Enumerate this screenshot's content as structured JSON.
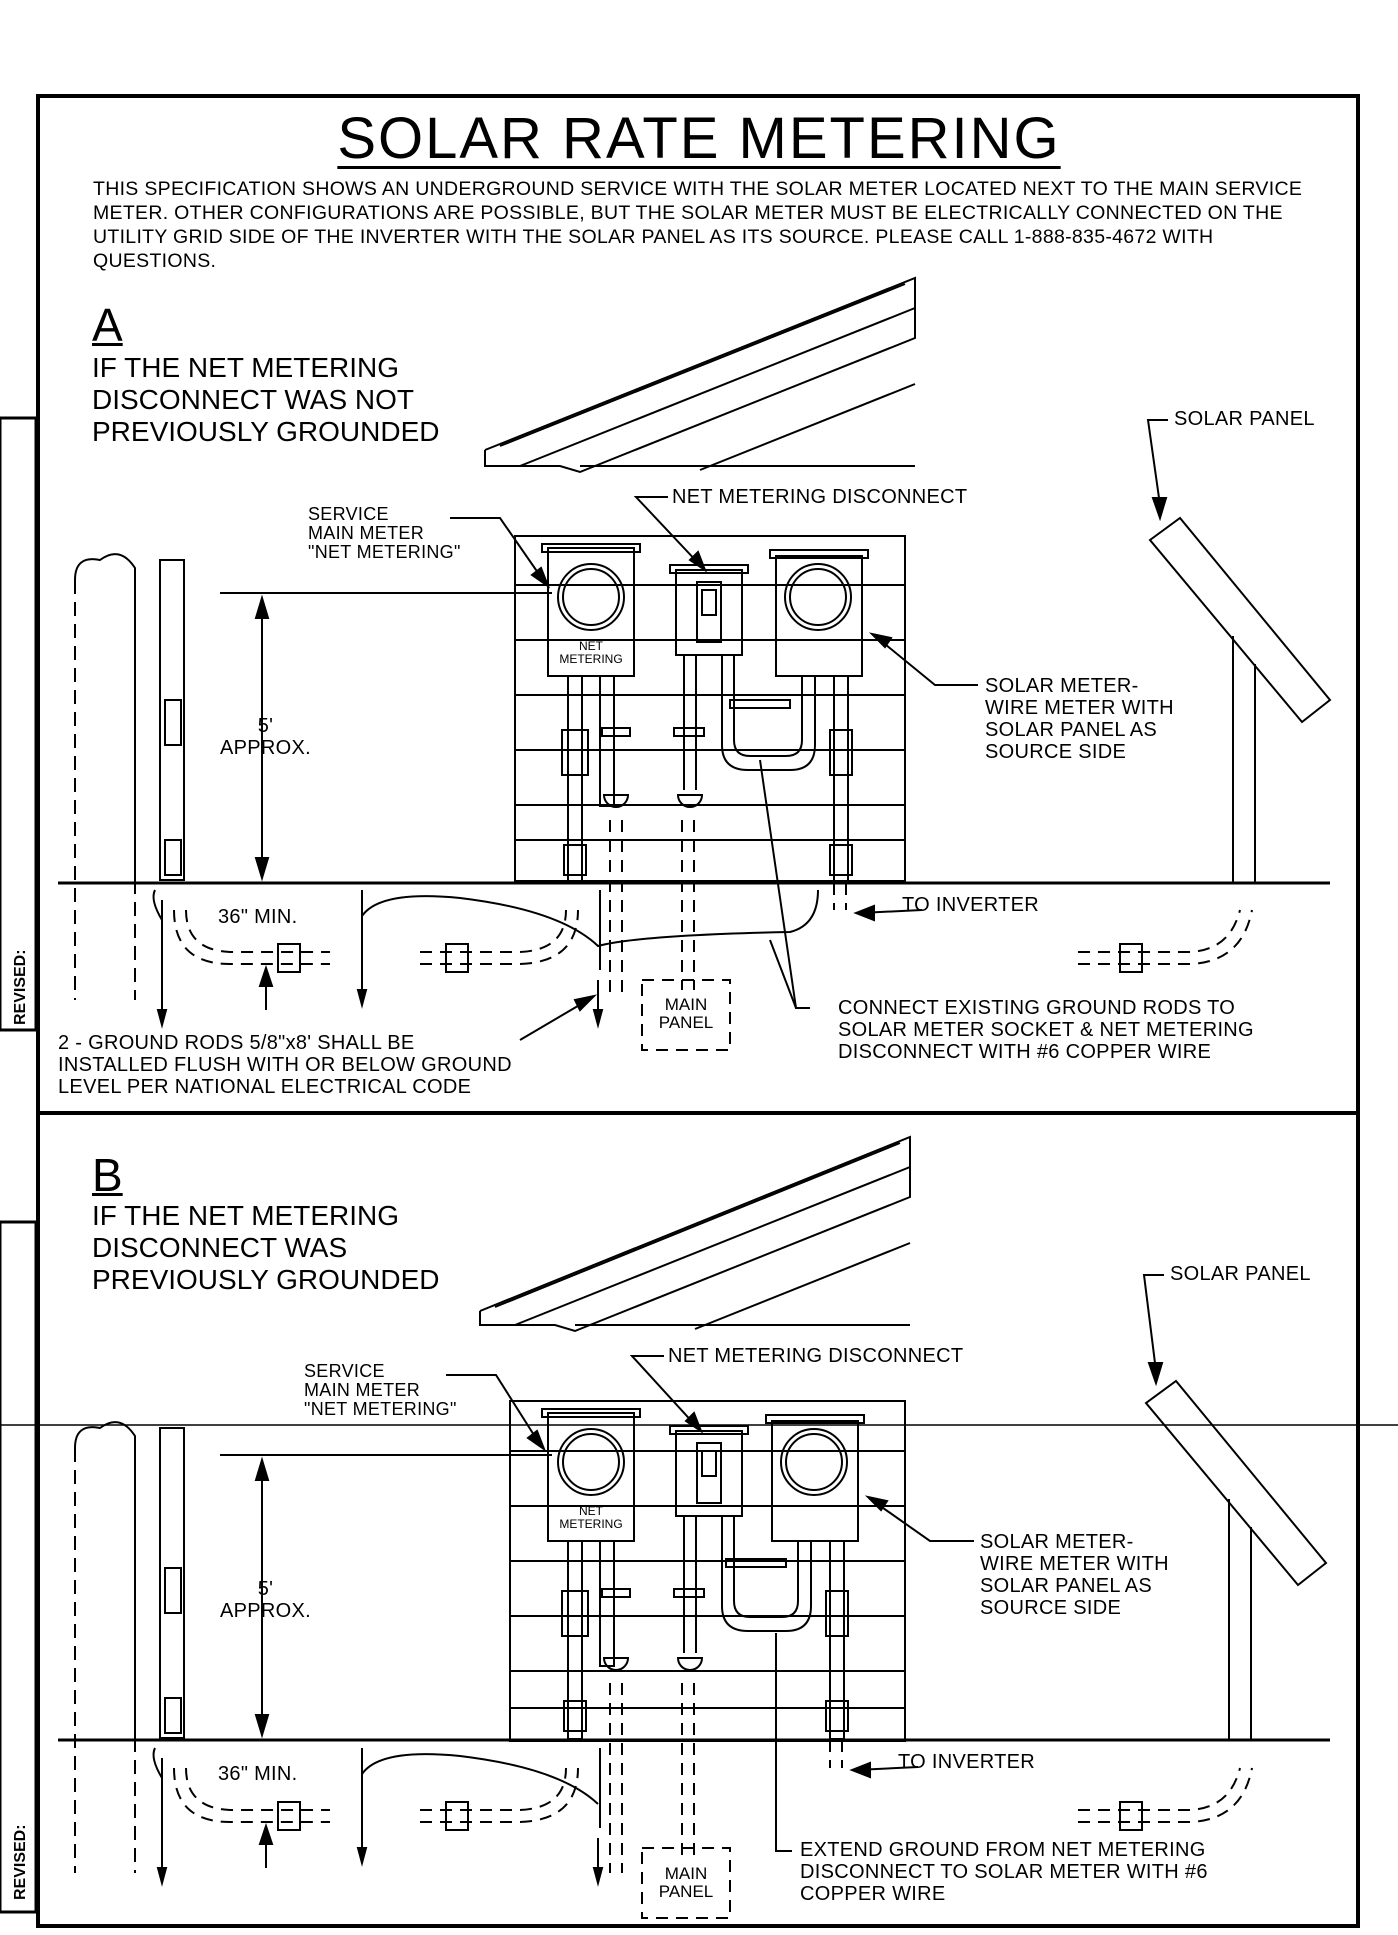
{
  "title": "SOLAR RATE METERING",
  "description": "THIS SPECIFICATION SHOWS AN UNDERGROUND SERVICE WITH THE SOLAR METER LOCATED NEXT TO THE MAIN SERVICE METER. OTHER CONFIGURATIONS ARE POSSIBLE, BUT THE SOLAR METER MUST BE ELECTRICALLY CONNECTED ON THE UTILITY GRID SIDE OF THE INVERTER WITH THE SOLAR PANEL AS ITS SOURCE.  PLEASE CALL 1-888-835-4672 WITH QUESTIONS.",
  "revised_label": "REVISED:",
  "section_a": {
    "letter": "A",
    "heading": "IF THE NET METERING\nDISCONNECT WAS NOT\nPREVIOUSLY GROUNDED",
    "solar_panel": "SOLAR PANEL",
    "net_metering_disconnect": "NET METERING DISCONNECT",
    "service_main_meter": "SERVICE\nMAIN METER\n\"NET METERING\"",
    "meter_face": "NET\nMETERING",
    "height": "5'\nAPPROX.",
    "solar_meter": "SOLAR METER-\nWIRE METER WITH\nSOLAR PANEL AS\nSOURCE SIDE",
    "min_depth": "36\" MIN.",
    "to_inverter": "TO INVERTER",
    "main_panel": "MAIN\nPANEL",
    "ground_rods": "2 - GROUND RODS 5/8\"x8' SHALL BE\nINSTALLED FLUSH WITH OR BELOW GROUND\nLEVEL PER NATIONAL ELECTRICAL CODE",
    "connect_note": "CONNECT EXISTING GROUND RODS TO\nSOLAR METER SOCKET & NET METERING\nDISCONNECT WITH #6 COPPER WIRE"
  },
  "section_b": {
    "letter": "B",
    "heading": "IF THE NET METERING\nDISCONNECT WAS\nPREVIOUSLY GROUNDED",
    "solar_panel": "SOLAR PANEL",
    "net_metering_disconnect": "NET METERING DISCONNECT",
    "service_main_meter": "SERVICE\nMAIN METER\n\"NET METERING\"",
    "meter_face": "NET\nMETERING",
    "height": "5'\nAPPROX.",
    "solar_meter": "SOLAR METER-\nWIRE METER WITH\nSOLAR PANEL AS\nSOURCE SIDE",
    "min_depth": "36\" MIN.",
    "to_inverter": "TO INVERTER",
    "main_panel": "MAIN\nPANEL",
    "extend_note": "EXTEND GROUND FROM NET METERING\nDISCONNECT TO SOLAR METER WITH #6\nCOPPER WIRE"
  }
}
